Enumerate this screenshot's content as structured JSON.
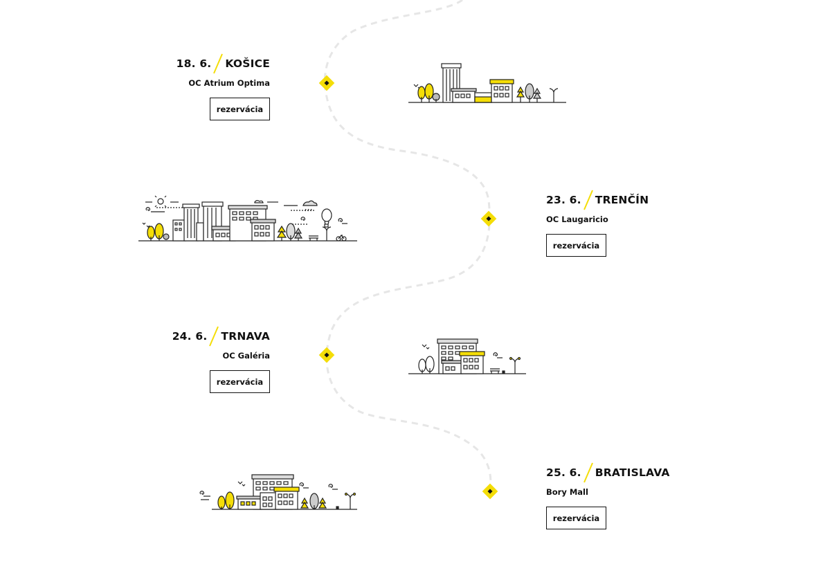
{
  "accent_color": "#f4dd07",
  "path_color": "#e6e6e6",
  "stops": [
    {
      "date": "18. 6.",
      "city": "KOŠICE",
      "venue": "OC Atrium Optima",
      "button": "rezervácia"
    },
    {
      "date": "23. 6.",
      "city": "TRENČÍN",
      "venue": "OC Laugaricio",
      "button": "rezervácia"
    },
    {
      "date": "24. 6.",
      "city": "TRNAVA",
      "venue": "OC Galéria",
      "button": "rezervácia"
    },
    {
      "date": "25. 6.",
      "city": "BRATISLAVA",
      "venue": "Bory Mall",
      "button": "rezervácia"
    }
  ],
  "icons": [
    "diamond-marker-icon",
    "city-skyline-illustration"
  ]
}
